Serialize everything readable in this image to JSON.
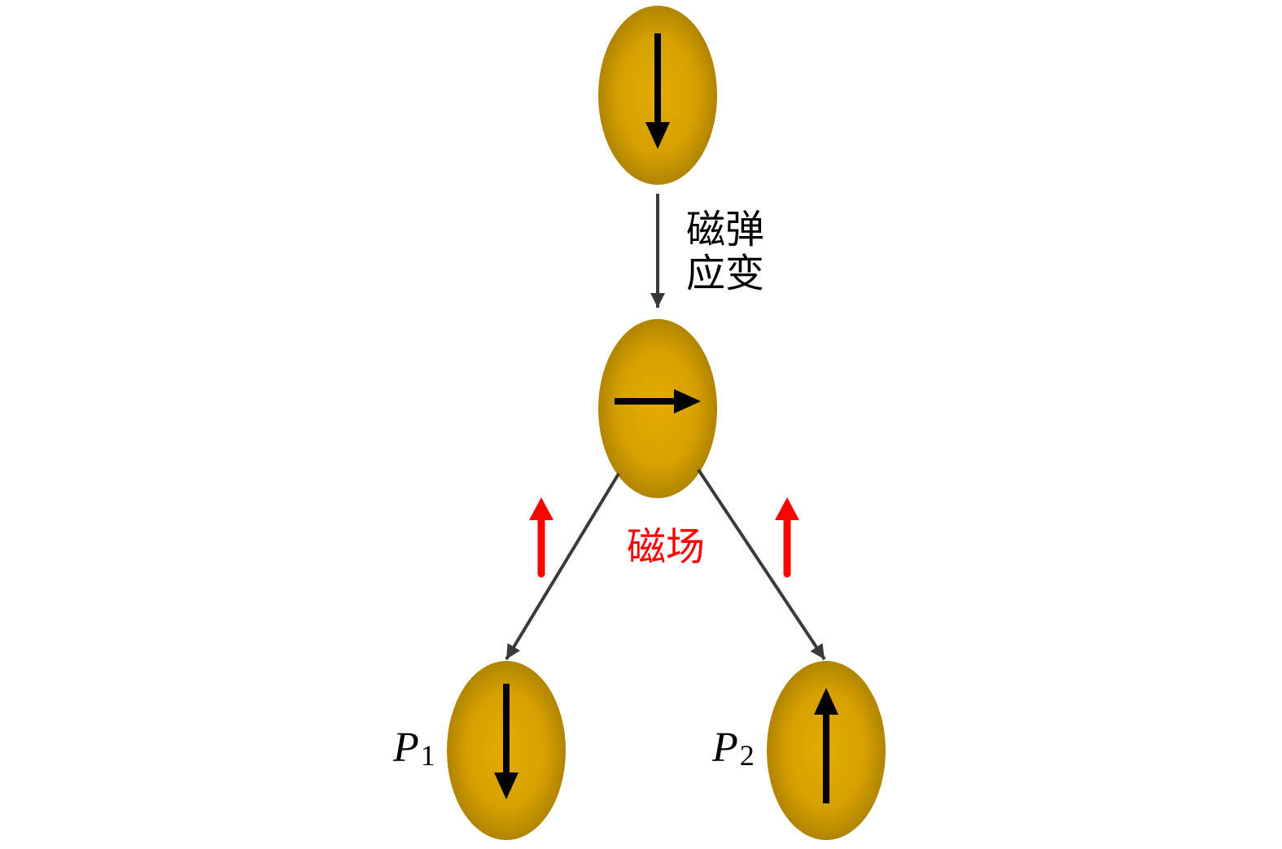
{
  "labels": {
    "magnetoelastic_strain": [
      "磁弹",
      "应变"
    ],
    "magnetic_field": "磁场",
    "state_p1": {
      "letter": "P",
      "subscript": "1"
    },
    "state_p2": {
      "letter": "P",
      "subscript": "2"
    }
  },
  "magnets": [
    {
      "direction": "down"
    },
    {
      "direction": "right"
    },
    {
      "direction": "down"
    },
    {
      "direction": "up"
    }
  ],
  "field_direction": "up",
  "colors": {
    "magnet_center": "#e4ac00",
    "magnet_mid": "#d6a100",
    "magnet_edge": "#b08400",
    "magnetization_arrow": "#000000",
    "transition_arrow": "#3a3a3a",
    "field_arrow": "#ff0000",
    "label_text": "#000000",
    "field_text": "#ff0000"
  }
}
